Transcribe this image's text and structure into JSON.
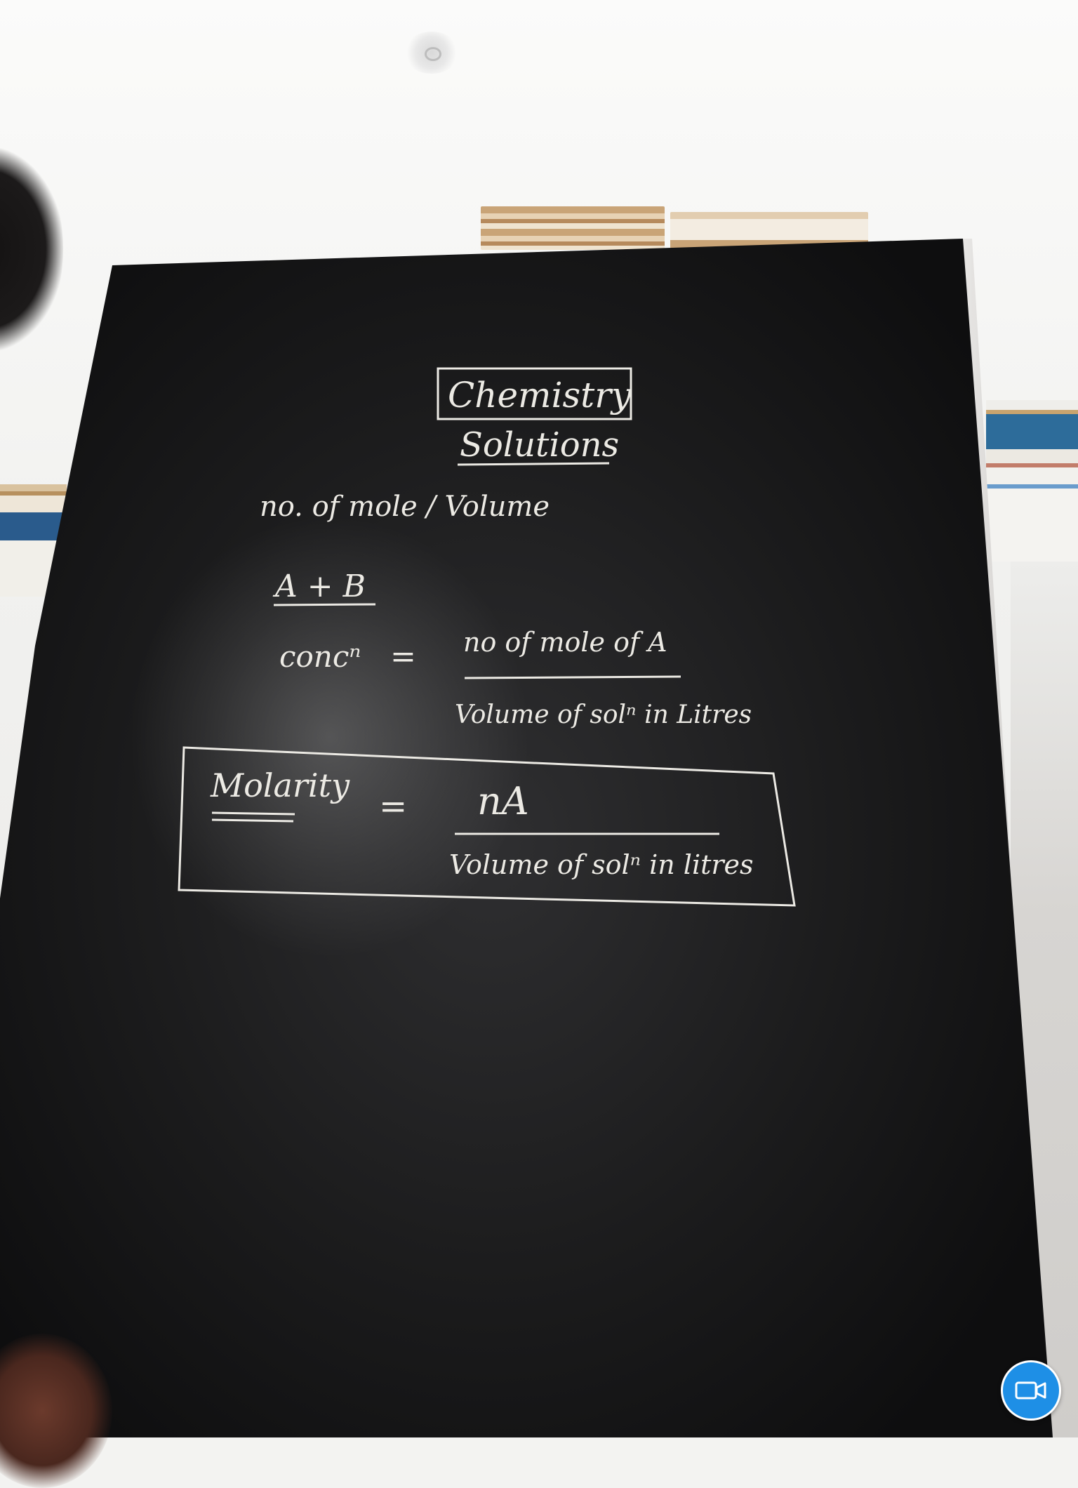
{
  "blackboard": {
    "title": "Chemistry",
    "subtitle": "Solutions",
    "line1": "no. of mole / Volume",
    "reaction": "A + B",
    "conc_label": "concⁿ",
    "equals": "=",
    "conc_numerator": "no of mole of A",
    "conc_denominator": "Volume of solⁿ in Litres",
    "molarity_label": "Molarity",
    "molarity_equals": "=",
    "molarity_numerator": "nA",
    "molarity_denominator": "Volume of solⁿ in litres"
  },
  "camera_button": {
    "icon": "video-camera-icon",
    "color": "#1e8fe6"
  }
}
